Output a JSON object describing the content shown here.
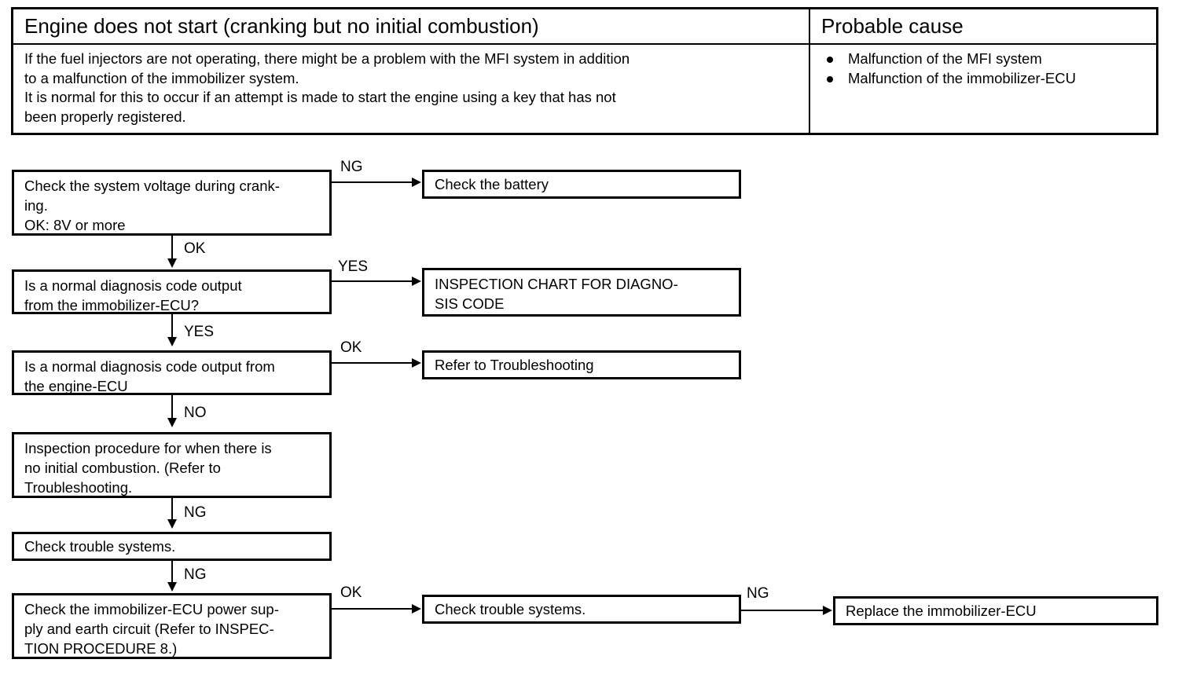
{
  "table": {
    "header": {
      "symptom": "Engine does not start (cranking but no initial combustion)",
      "probable_cause": "Probable cause"
    },
    "description": {
      "line1": "If the fuel injectors are not operating, there might be a problem with the MFI system in addition",
      "line2": "to a malfunction of the immobilizer system.",
      "line3": "It is normal for this to occur if an attempt is made to start the engine using a key that has not",
      "line4": "been properly registered."
    },
    "causes": [
      "Malfunction of the MFI system",
      "Malfunction of the immobilizer-ECU"
    ]
  },
  "flowchart": {
    "boxes": {
      "check_voltage": "Check the system voltage during crank-\ning.\nOK:   8V or more",
      "check_battery": "Check the battery",
      "diag_immobilizer": "Is a normal diagnosis code output\nfrom the immobilizer-ECU?",
      "inspection_chart": "INSPECTION CHART FOR DIAGNO-\nSIS CODE",
      "diag_engine": "Is a normal diagnosis code output from\nthe engine-ECU",
      "refer_troubleshooting": "Refer to Troubleshooting",
      "inspection_procedure": "Inspection procedure for when there is\nno initial combustion. (Refer to\nTroubleshooting.",
      "check_trouble_systems_1": "Check trouble systems.",
      "check_power_supply": "Check the immobilizer-ECU power sup-\nply and earth circuit (Refer to INSPEC-\nTION PROCEDURE 8.)",
      "check_trouble_systems_2": "Check trouble systems.",
      "replace_ecu": "Replace the immobilizer-ECU"
    },
    "labels": {
      "voltage_ng": "NG",
      "voltage_ok": "OK",
      "immobilizer_yes_right": "YES",
      "immobilizer_yes_down": "YES",
      "engine_ok": "OK",
      "engine_no": "NO",
      "procedure_ng": "NG",
      "trouble_ng": "NG",
      "power_ok": "OK",
      "trouble2_ng": "NG"
    }
  },
  "colors": {
    "ink": "#000000",
    "paper": "#ffffff"
  }
}
